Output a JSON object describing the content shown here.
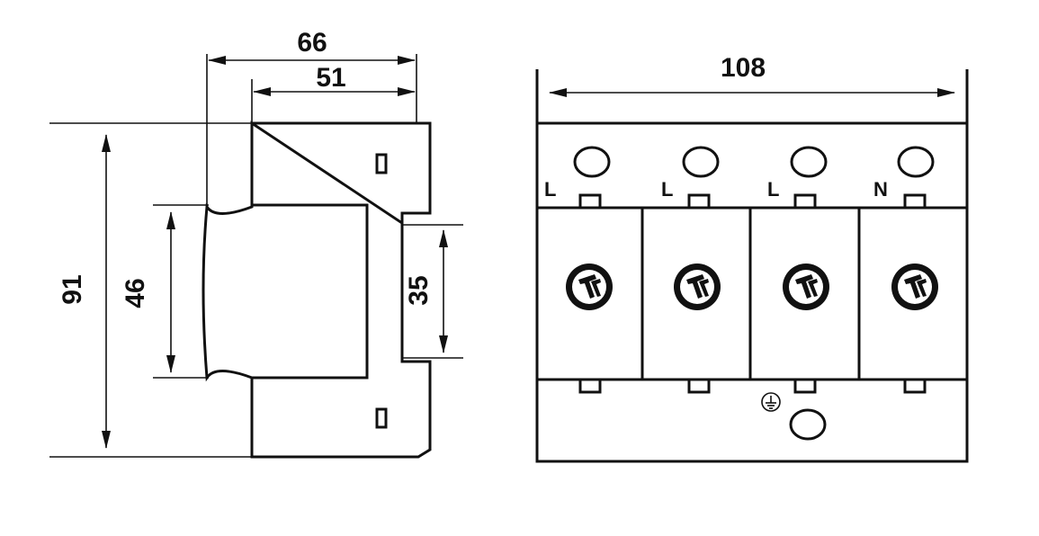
{
  "dimensions": {
    "total_depth": "66",
    "body_depth": "51",
    "height": "91",
    "front_height": "46",
    "rail_width": "35",
    "width": "108"
  },
  "terminals": [
    "L",
    "L",
    "L",
    "N"
  ],
  "module_icon": "tt-logo-icon",
  "ground_icon": "earth-ground-icon"
}
